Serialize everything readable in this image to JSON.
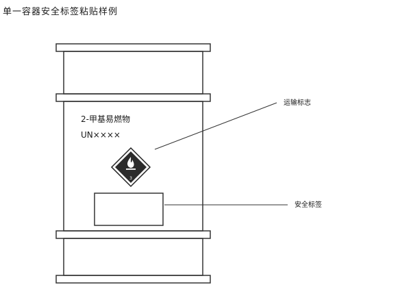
{
  "title": "单一容器安全标签粘贴样例",
  "container": {
    "product_name": "2-甲基易燃物",
    "un_number": "UN××××"
  },
  "hazard_diamond": {
    "icon": "flame-icon",
    "class_number": "3"
  },
  "callouts": {
    "transport_mark": "运输标志",
    "safety_label": "安全标签"
  }
}
